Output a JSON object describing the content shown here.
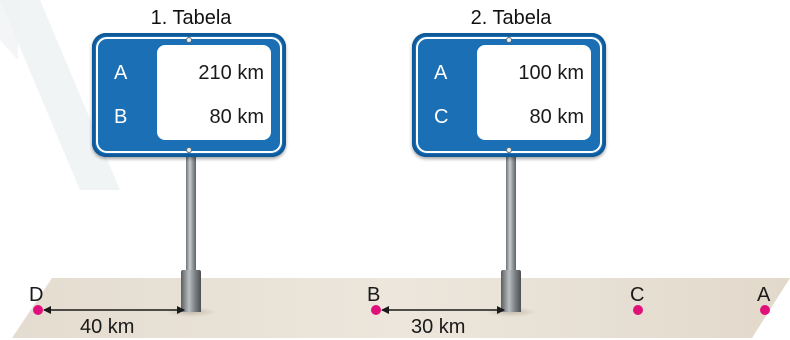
{
  "signs": [
    {
      "caption": "1. Tabela",
      "rows": [
        {
          "letter": "A",
          "distance": "210 km"
        },
        {
          "letter": "B",
          "distance": "80 km"
        }
      ]
    },
    {
      "caption": "2. Tabela",
      "rows": [
        {
          "letter": "A",
          "distance": "100 km"
        },
        {
          "letter": "C",
          "distance": "80 km"
        }
      ]
    }
  ],
  "points": {
    "d": "D",
    "b": "B",
    "c": "C",
    "a": "A"
  },
  "measurements": {
    "d_to_sign1": "40 km",
    "b_to_sign2": "30 km"
  },
  "colors": {
    "sign_blue": "#1a6fb5",
    "point_magenta": "#e0107a",
    "road": "#e6ddd0"
  }
}
